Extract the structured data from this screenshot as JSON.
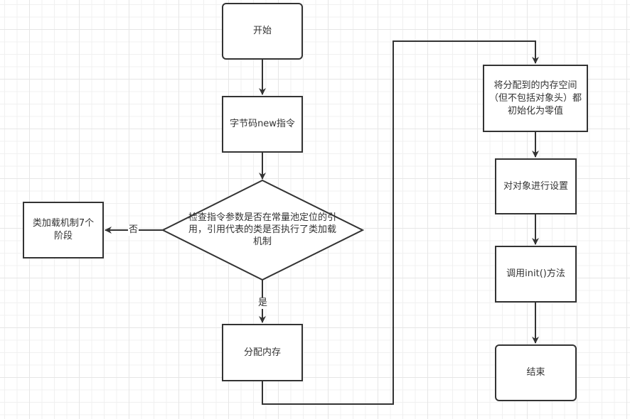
{
  "diagram": {
    "type": "flowchart",
    "nodes": {
      "start": "开始",
      "new_instruction": "字节码new指令",
      "check": "检查指令参数是否在常量池定位的引用，引用代表的类是否执行了类加载机制",
      "class_loading": "类加载机制7个阶段",
      "allocate": "分配内存",
      "zero_init": "将分配到的内存空间（但不包括对象头）都初始化为零值",
      "setup": "对对象进行设置",
      "init_call": "调用init()方法",
      "end": "结束"
    },
    "edge_labels": {
      "no": "否",
      "yes": "是"
    },
    "colors": {
      "stroke": "#333333",
      "fill": "#ffffff",
      "grid": "#f0f0f0"
    }
  }
}
